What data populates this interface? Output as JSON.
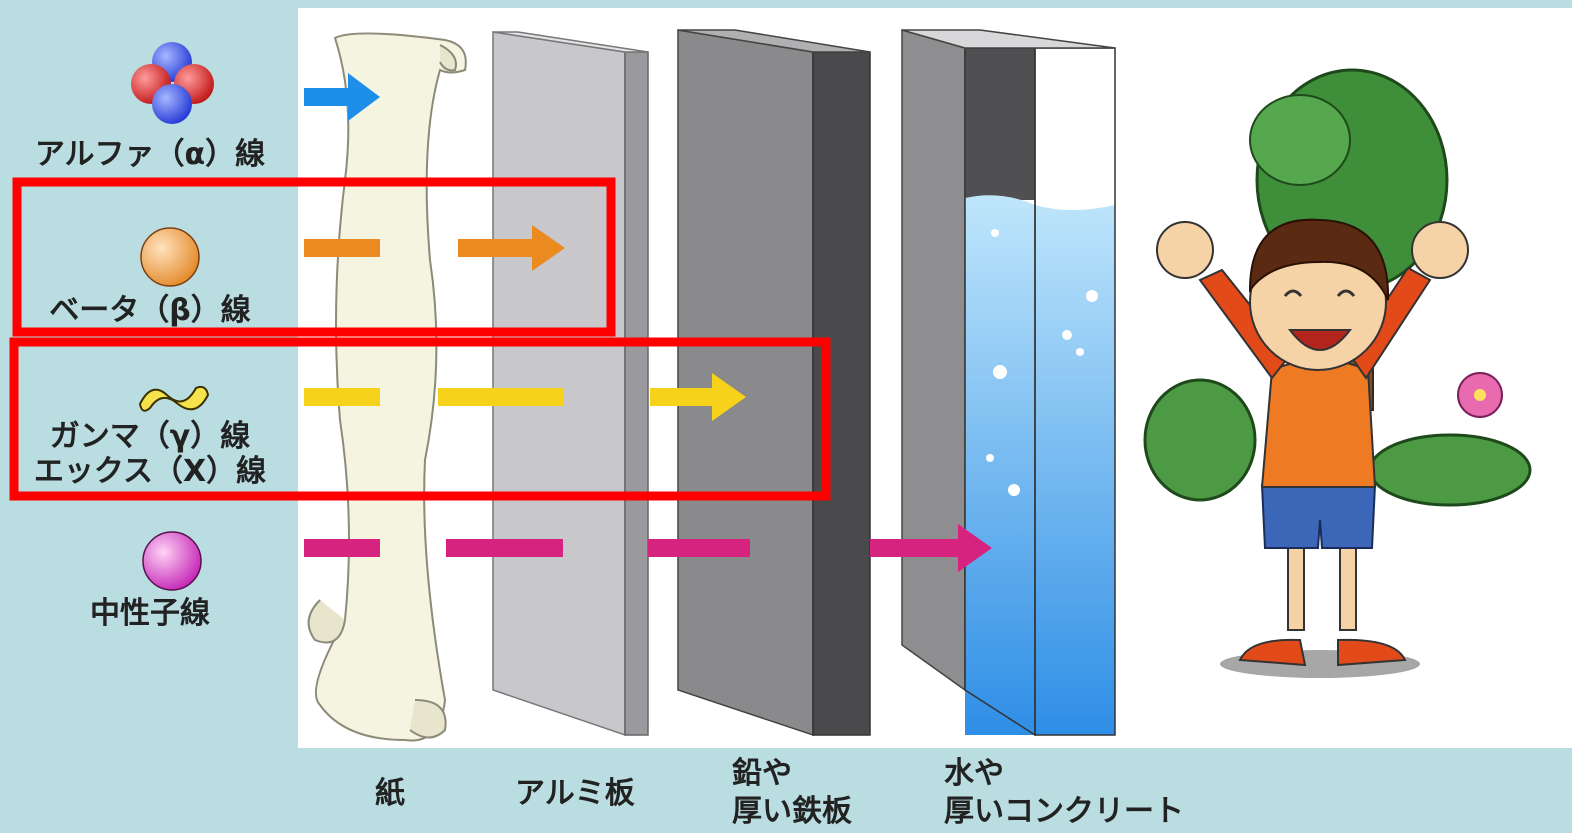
{
  "rays": [
    {
      "id": "alpha",
      "label": "アルファ（α）線",
      "color": "#1e8fe8"
    },
    {
      "id": "beta",
      "label": "ベータ（β）線",
      "color": "#ea8a1f"
    },
    {
      "id": "gamma",
      "label_line1": "ガンマ（γ）線",
      "label_line2": "エックス（X）線",
      "color": "#f6d31a"
    },
    {
      "id": "neutron",
      "label": "中性子線",
      "color": "#d6237f"
    }
  ],
  "barriers": [
    {
      "id": "paper",
      "label": "紙"
    },
    {
      "id": "aluminum",
      "label": "アルミ板"
    },
    {
      "id": "lead",
      "label_line1": "鉛や",
      "label_line2": "厚い鉄板"
    },
    {
      "id": "water",
      "label_line1": "水や",
      "label_line2": "厚いコンクリート"
    }
  ],
  "highlight_color": "#ff0000"
}
